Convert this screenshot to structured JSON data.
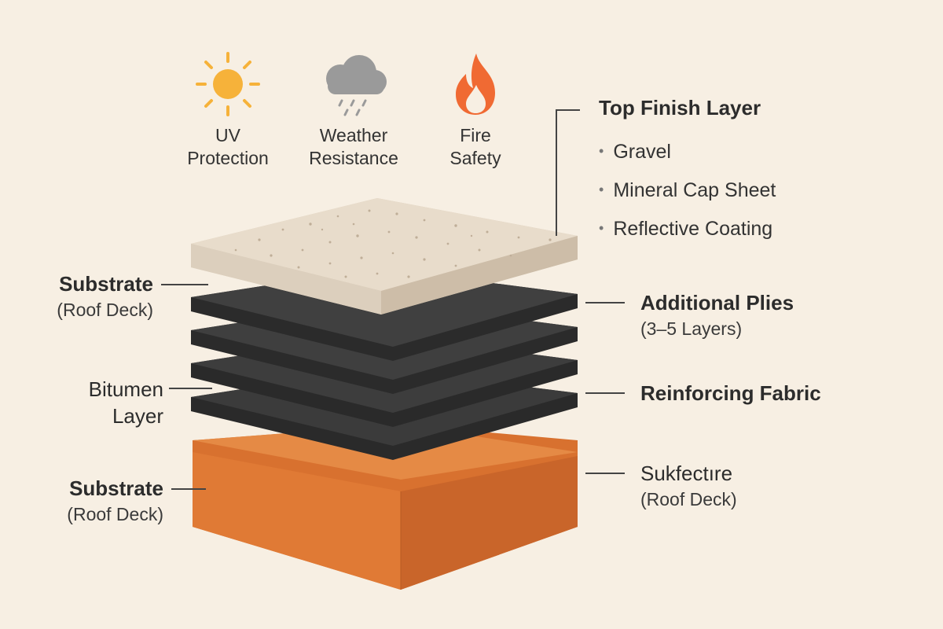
{
  "benefits": [
    {
      "icon": "sun-icon",
      "line1": "UV",
      "line2": "Protection",
      "color": "#f6b23a"
    },
    {
      "icon": "rain-cloud-icon",
      "line1": "Weather",
      "line2": "Resistance",
      "color": "#9a9a9a"
    },
    {
      "icon": "flame-icon",
      "line1": "Fire",
      "line2": "Safety",
      "color": "#f06a33"
    }
  ],
  "top_finish": {
    "title": "Top Finish Layer",
    "items": [
      "Gravel",
      "Mineral Cap Sheet",
      "Reflective Coating"
    ]
  },
  "left_labels": {
    "substrate_top": {
      "main": "Substrate",
      "sub": "(Roof Deck)"
    },
    "bitumen": {
      "line1": "Bitumen",
      "line2": "Layer"
    },
    "substrate_bottom": {
      "main": "Substrate",
      "sub": "(Roof Deck)"
    }
  },
  "right_labels": {
    "plies": {
      "main": "Additional Plies",
      "sub": "(3–5 Layers)"
    },
    "fabric": {
      "main": "Reinforcing Fabric"
    },
    "deck": {
      "main": "Sukfectıre",
      "sub": "(Roof Deck)"
    }
  },
  "colors": {
    "background": "#f7efe3",
    "finish_top": "#e8dccb",
    "ply_dark": "#333333",
    "substrate": "#e4803a"
  }
}
